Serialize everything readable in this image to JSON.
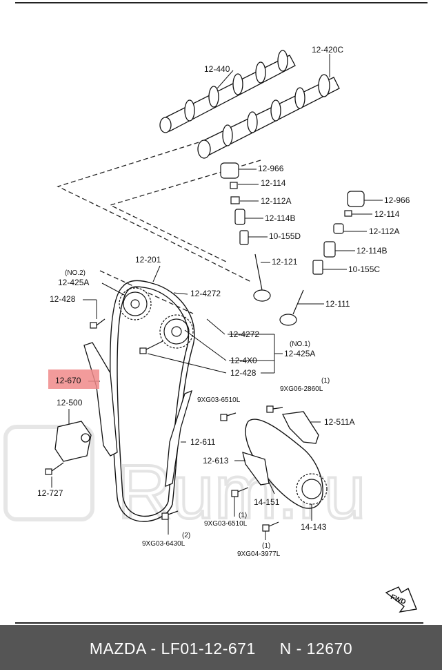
{
  "labels": {
    "camshaft_exhaust": "12-440",
    "camshaft_intake": "12-420C",
    "tappet_left": "12-966",
    "shim_left": "12-114",
    "spring_seat_left": "12-112A",
    "spring_left": "12-114B",
    "seal_left": "10-155D",
    "valve_left": "12-121",
    "tappet_right": "12-966",
    "shim_right": "12-114",
    "spring_seat_right": "12-112A",
    "spring_right": "12-114B",
    "seal_right": "10-155C",
    "valve_right": "12-111",
    "sprocket_no2_note": "(NO.2)",
    "sprocket_no2": "12-425A",
    "chain_upper": "12-201",
    "bolt_left": "12-428",
    "washer_upper": "12-4272",
    "washer_lower": "12-4272",
    "sprocket_no1_note": "(NO.1)",
    "sprocket_no1": "12-425A",
    "sprocket_hub": "12-4X0",
    "bolt_right": "12-428",
    "chain_guide_highlight": "12-670",
    "tensioner": "12-500",
    "bolt_tensioner": "12-727",
    "bolt_a_qty": "(1)",
    "bolt_a": "9XG06-2860L",
    "bolt_b": "9XG03-6510L",
    "bracket": "12-511A",
    "chain_guide_right": "12-611",
    "guide_pad": "12-613",
    "bolt_c_qty": "(1)",
    "bolt_c": "9XG03-6510L",
    "chain_lower": "14-151",
    "sprocket_crank": "14-143",
    "bolt_d_qty": "(2)",
    "bolt_d": "9XG03-6430L",
    "bolt_e_qty": "(1)",
    "bolt_e": "9XG04-3977L",
    "fwd": "FWD"
  },
  "watermark": "Rum.ru",
  "footer": {
    "part": "MAZDA - LF01-12-671",
    "number": "N - 12670"
  },
  "colors": {
    "highlight": "#f08a8a",
    "footer_bg": "#555555",
    "watermark": "#e8e8e8"
  }
}
